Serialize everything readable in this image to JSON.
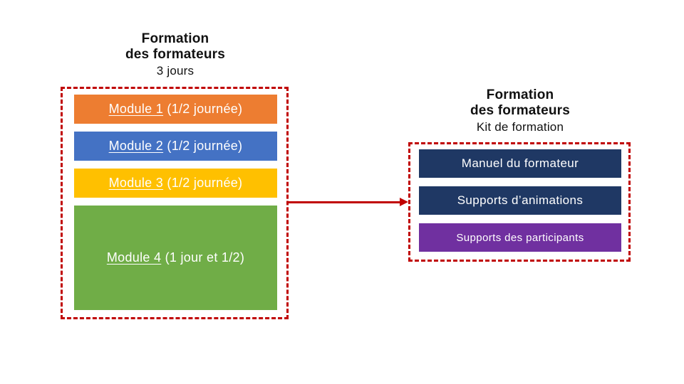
{
  "page": {
    "background_color": "#FFFFFF",
    "dashed_border_color": "#C00000"
  },
  "left_panel": {
    "title_line1": "Formation",
    "title_line2": "des formateurs",
    "subtitle": "3 jours",
    "border_color": "#C00000",
    "modules": [
      {
        "name": "Module 1",
        "detail": " (1/2 journée)",
        "color": "#ED7D31",
        "text_color": "#FFFFFF"
      },
      {
        "name": "Module 2",
        "detail": " (1/2 journée)",
        "color": "#4472C4",
        "text_color": "#FFFFFF"
      },
      {
        "name": "Module 3",
        "detail": " (1/2 journée)",
        "color": "#FFC000",
        "text_color": "#FFFFFF"
      },
      {
        "name": "Module 4",
        "detail": " (1 jour et 1/2)",
        "color": "#70AD47",
        "text_color": "#FFFFFF"
      }
    ]
  },
  "connector": {
    "type": "arrow",
    "direction": "right",
    "color": "#C00000"
  },
  "right_panel": {
    "title_line1": "Formation",
    "title_line2": "des formateurs",
    "subtitle": "Kit de formation",
    "border_color": "#C00000",
    "items": [
      {
        "label": "Manuel du formateur",
        "color": "#1F3864",
        "text_color": "#FFFFFF"
      },
      {
        "label": "Supports d’animations",
        "color": "#1F3864",
        "text_color": "#FFFFFF"
      },
      {
        "label": "Supports des participants",
        "color": "#7030A0",
        "text_color": "#FFFFFF"
      }
    ]
  }
}
